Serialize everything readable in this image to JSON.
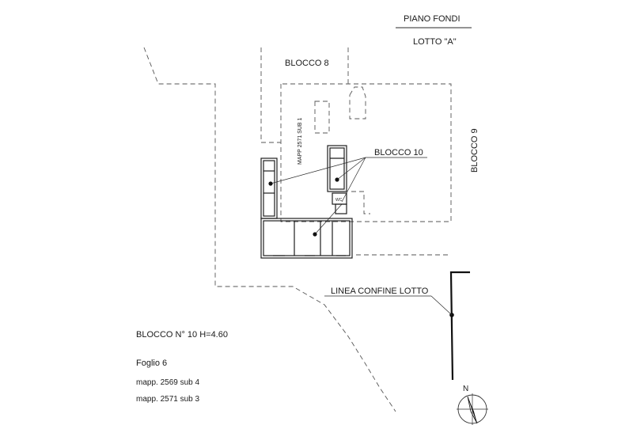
{
  "header": {
    "floor_label": "PIANO FONDI",
    "lot_label": "LOTTO \"A\""
  },
  "labels": {
    "blocco_8": "BLOCCO 8",
    "blocco_9": "BLOCCO 9",
    "blocco_10": "BLOCCO 10",
    "mapp_sub": "MAPP 2571 SUB 1",
    "wc": "WC",
    "linea_confine": "LINEA CONFINE LOTTO",
    "north": "N"
  },
  "info": {
    "blocco_title": "BLOCCO N° 10   H=4.60",
    "foglio": "Foglio  6",
    "mapp_1": "mapp. 2569 sub 4",
    "mapp_2": "mapp. 2571 sub 3"
  },
  "colors": {
    "ink": "#1a1a1a",
    "dashed": "#555555",
    "background": "#ffffff"
  }
}
